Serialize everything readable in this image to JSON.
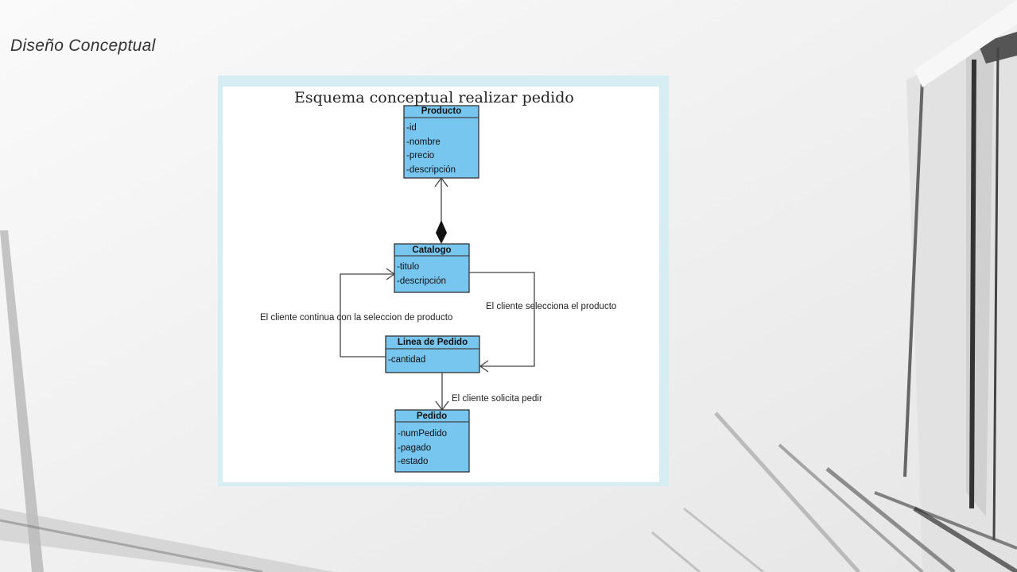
{
  "slide": {
    "title": "Diseño Conceptual"
  },
  "diagram": {
    "title": "Esquema conceptual realizar pedido",
    "classes": {
      "producto": {
        "name": "Producto",
        "attributes": [
          "-id",
          "-nombre",
          "-precio",
          "-descripción"
        ]
      },
      "catalogo": {
        "name": "Catalogo",
        "attributes": [
          "-titulo",
          "-descripción"
        ]
      },
      "linea": {
        "name": "Linea de Pedido",
        "attributes": [
          "-cantidad"
        ]
      },
      "pedido": {
        "name": "Pedido",
        "attributes": [
          "-numPedido",
          "-pagado",
          "-estado"
        ]
      }
    },
    "relations": {
      "selecciona": "El cliente selecciona el producto",
      "continua": "El cliente continua con la seleccion de producto",
      "solicita": "El cliente solicita pedir"
    },
    "colors": {
      "class_fill": "#77c6f0",
      "frame": "#d6eef3"
    }
  }
}
